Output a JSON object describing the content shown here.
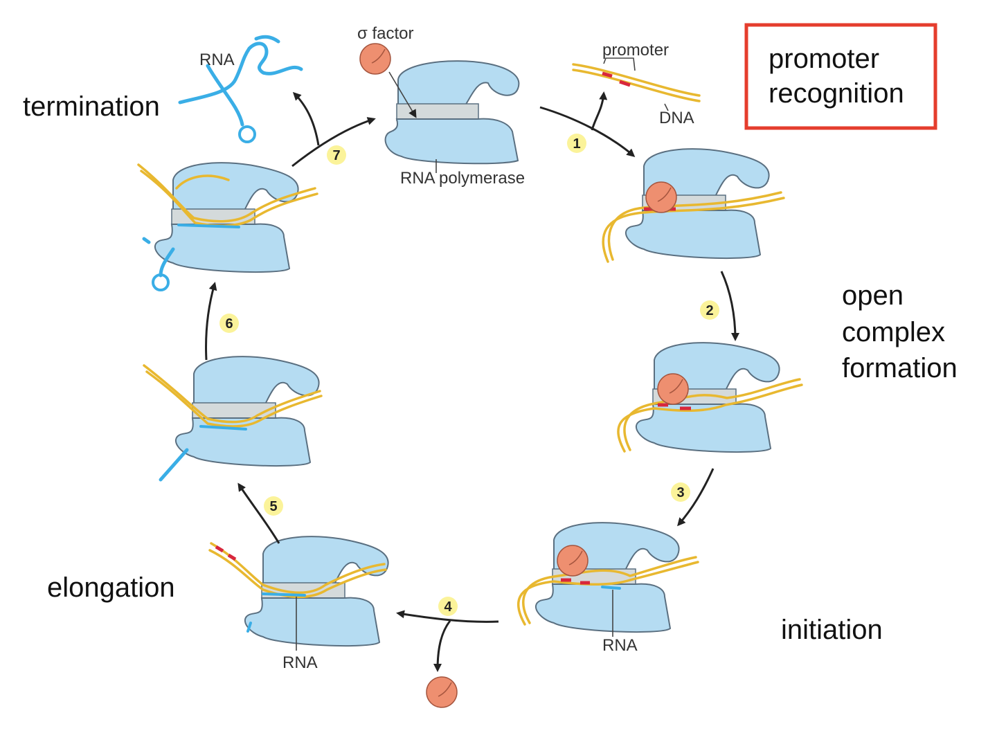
{
  "stage_labels": {
    "termination": "termination",
    "open_complex": [
      "open",
      "complex",
      "formation"
    ],
    "initiation": "initiation",
    "elongation": "elongation",
    "promoter_recognition": [
      "promoter",
      "recognition"
    ]
  },
  "part_labels": {
    "sigma_factor": "σ factor",
    "rna_top": "RNA",
    "promoter": "promoter",
    "dna": "DNA",
    "rna_polymerase": "RNA polymerase",
    "rna_initiation": "RNA",
    "rna_elongation": "RNA"
  },
  "steps": [
    "1",
    "2",
    "3",
    "4",
    "5",
    "6",
    "7"
  ],
  "colors": {
    "polymerase": "#b5dcf2",
    "dna": "#e8b830",
    "rna": "#3aaee6",
    "sigma": "#ee8f70",
    "promoter": "#d8273c",
    "highlight_box": "#e53d2d",
    "step_badge": "#fbf39a"
  }
}
